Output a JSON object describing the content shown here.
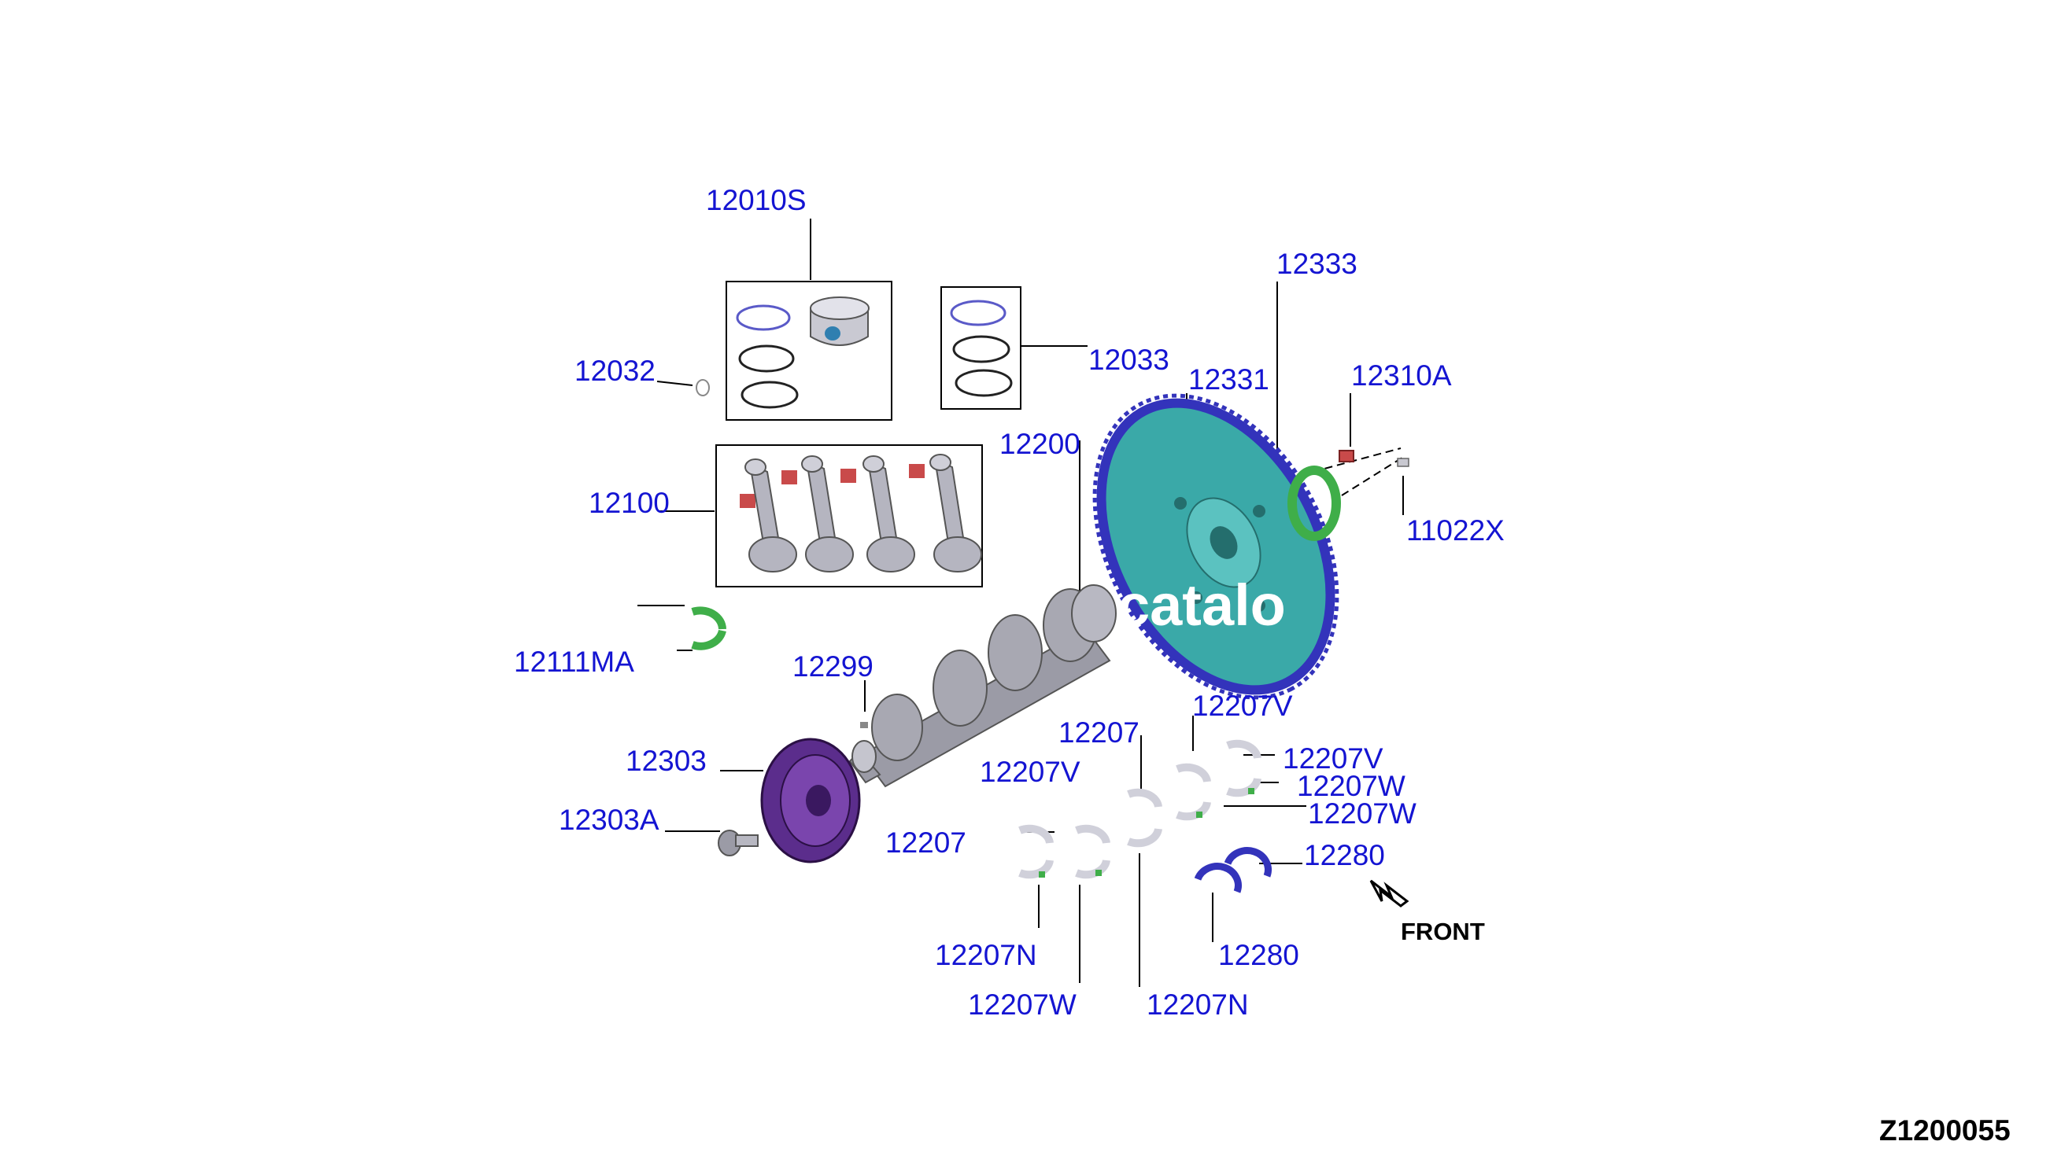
{
  "diagram": {
    "code": "Z1200055",
    "front_label": "FRONT",
    "watermark": "catalo",
    "colors": {
      "label": "#1414d2",
      "flywheel": "#3aa9a8",
      "ring_gear": "#3333bb",
      "pulley": "#5b2d8c",
      "bearing_green": "#3fae49",
      "bolt_red": "#c94a4a",
      "ring_blue": "#5a5ac8",
      "shell": "#d0d0da"
    },
    "parts": [
      {
        "id": "p12010S",
        "text": "12010S"
      },
      {
        "id": "p12032",
        "text": "12032"
      },
      {
        "id": "p12033",
        "text": "12033"
      },
      {
        "id": "p12333",
        "text": "12333"
      },
      {
        "id": "p12331",
        "text": "12331"
      },
      {
        "id": "p12310A",
        "text": "12310A"
      },
      {
        "id": "p12200",
        "text": "12200"
      },
      {
        "id": "p12100",
        "text": "12100"
      },
      {
        "id": "p11022X",
        "text": "11022X"
      },
      {
        "id": "p12111MA",
        "text": "12111MA"
      },
      {
        "id": "p12299",
        "text": "12299"
      },
      {
        "id": "p12207V_a",
        "text": "12207V"
      },
      {
        "id": "p12207_a",
        "text": "12207"
      },
      {
        "id": "p12303",
        "text": "12303"
      },
      {
        "id": "p12207V_b",
        "text": "12207V"
      },
      {
        "id": "p12207V_c",
        "text": "12207V"
      },
      {
        "id": "p12207W_a",
        "text": "12207W"
      },
      {
        "id": "p12303A",
        "text": "12303A"
      },
      {
        "id": "p12207W_b",
        "text": "12207W"
      },
      {
        "id": "p12207_b",
        "text": "12207"
      },
      {
        "id": "p12280_a",
        "text": "12280"
      },
      {
        "id": "p12207N_a",
        "text": "12207N"
      },
      {
        "id": "p12280_b",
        "text": "12280"
      },
      {
        "id": "p12207W_c",
        "text": "12207W"
      },
      {
        "id": "p12207N_b",
        "text": "12207N"
      }
    ]
  }
}
